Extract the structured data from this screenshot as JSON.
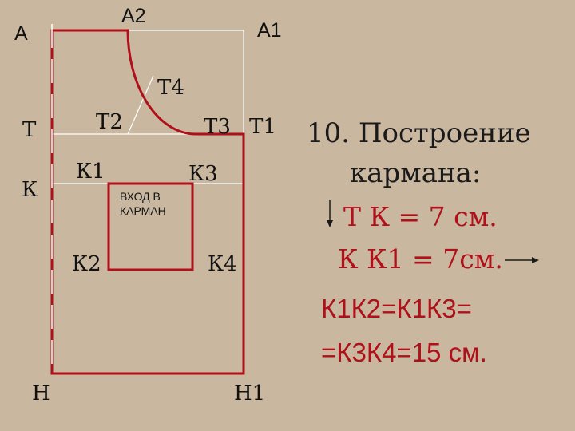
{
  "diagram": {
    "points": {
      "A": "А",
      "A1": "А1",
      "A2": "А2",
      "T": "Т",
      "T1": "Т1",
      "T2": "Т2",
      "T3": "Т3",
      "T4": "Т4",
      "K": "К",
      "K1": "К1",
      "K2": "К2",
      "K3": "К3",
      "K4": "К4",
      "H": "Н",
      "H1": "Н1"
    },
    "pocket_label": [
      "ВХОД В",
      "КАРМАН"
    ]
  },
  "caption": {
    "title": [
      "10. Построение",
      "кармана:"
    ],
    "lines": [
      "Т К = 7 см.",
      "К К1 = 7см.",
      "К1К2=К1К3=",
      "=К3К4=15 см."
    ]
  },
  "colors": {
    "background": "#c9b79f",
    "red": "#b0101a",
    "dark": "#1a1a1a"
  }
}
